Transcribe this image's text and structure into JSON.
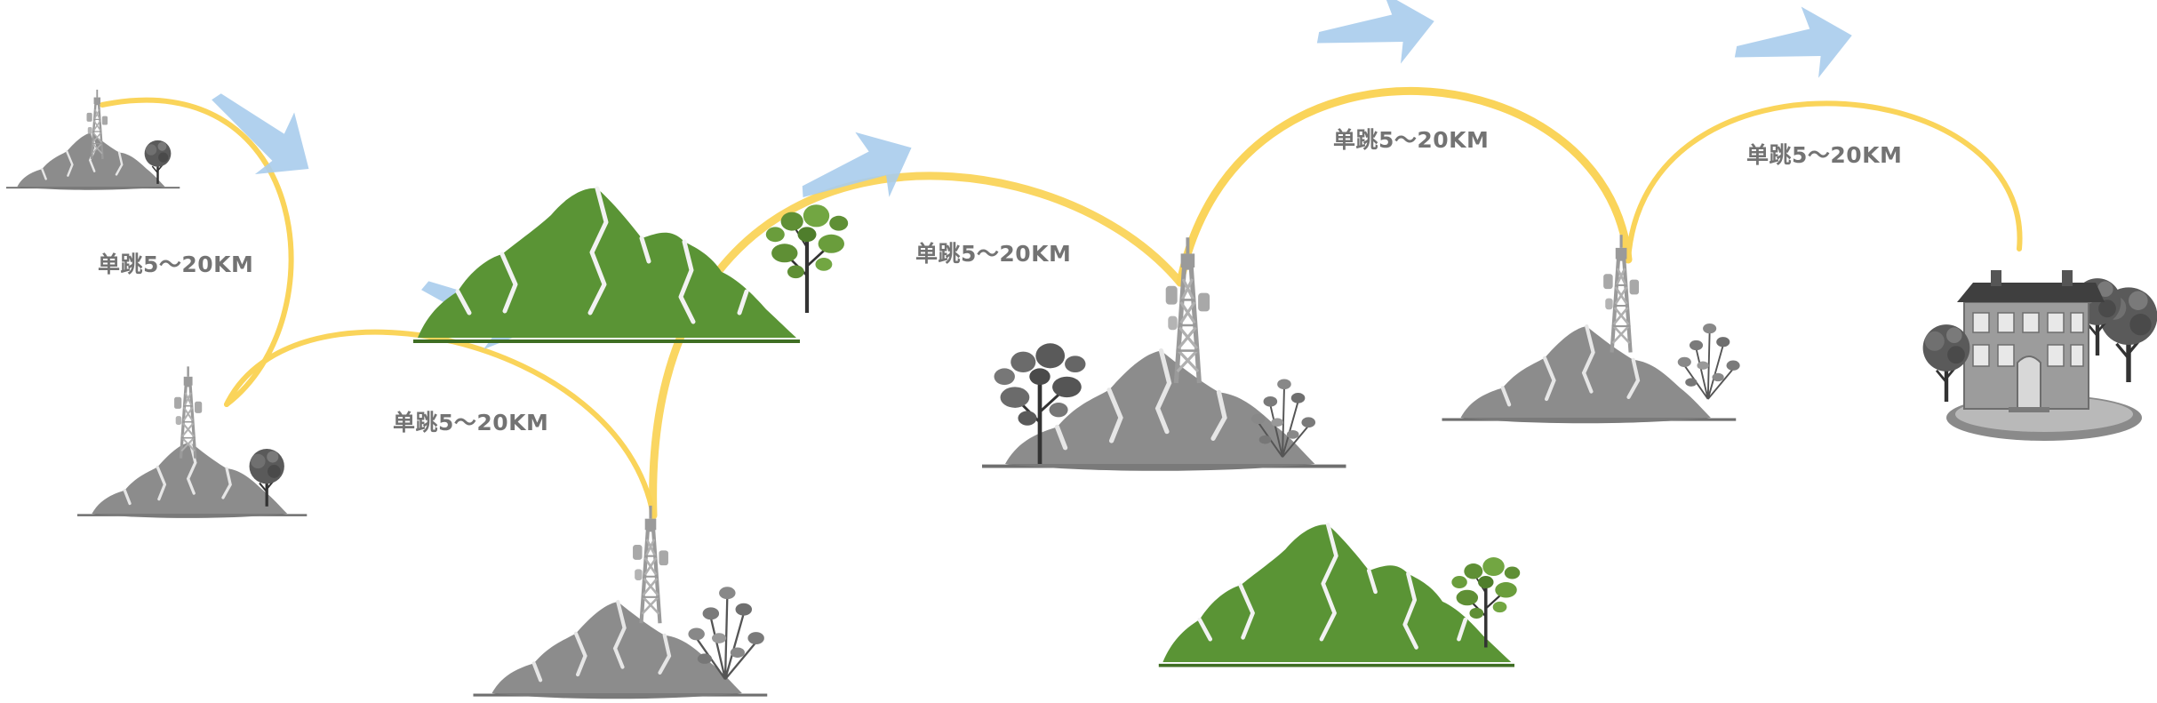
{
  "hop_labels": [
    "单跳5～20KM",
    "单跳5～20KM",
    "单跳5～20KM",
    "单跳5～20KM",
    "单跳5～20KM"
  ],
  "colors": {
    "link": "#FAD45A",
    "arrow": "#A9CCEC",
    "mountain_gray": "#8c8c8c",
    "mountain_green": "#5A9435",
    "tree_dark": "#5a5a5a",
    "tree_green": "#5f8f35",
    "tower": "#9a9a9a",
    "label": "#737373"
  },
  "nodes": [
    {
      "type": "relay-station",
      "terrain": "gray-hill",
      "tree": "round-tree"
    },
    {
      "type": "relay-station",
      "terrain": "gray-hill",
      "tree": "round-tree"
    },
    {
      "type": "relay-station",
      "terrain": "gray-mountain",
      "tree": "shrub"
    },
    {
      "type": "relay-station",
      "terrain": "gray-mountain",
      "tree": "leafy-tree"
    },
    {
      "type": "relay-station",
      "terrain": "gray-mountain",
      "tree": "shrub"
    },
    {
      "type": "building",
      "terrain": "lawn",
      "tree": "round-tree"
    }
  ],
  "obstacles": [
    {
      "type": "green-mountain",
      "tree": "leafy-tree"
    },
    {
      "type": "green-mountain",
      "tree": "leafy-tree"
    }
  ],
  "icons": [
    "tower-icon",
    "building-icon",
    "tree-icon",
    "arrow-icon"
  ]
}
